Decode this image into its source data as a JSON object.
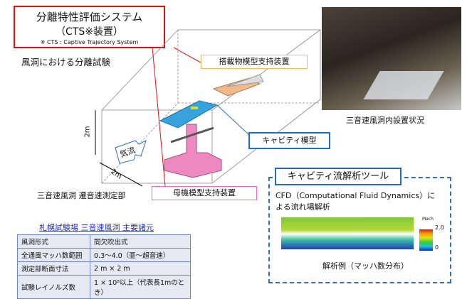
{
  "cts": {
    "title": "分離特性評価システム",
    "subtitle": "（CTS※装置）",
    "note": "※  CTS : Captive Trajectory System"
  },
  "section_label": "風洞における分離試験",
  "diagram": {
    "store_support": "搭載物模型支持装置",
    "cavity_model": "キャビティ模型",
    "parent_support": "母機模型支持装置",
    "airflow": "気流",
    "height_dim": "2m",
    "width_dim": "2m",
    "caption": "三音速風洞  遷音速測定部"
  },
  "photo": {
    "caption": "三音速風洞内設置状況"
  },
  "cfd": {
    "title": "キャビティ流解析ツール",
    "desc_line1": "CFD（Computational Fluid Dynamics）に",
    "desc_line2": "よる流れ場解析",
    "legend_title": "Mach",
    "legend_max": "2.0",
    "legend_min": "0",
    "caption": "解析例（マッハ数分布）"
  },
  "specs": {
    "title": "札幌試験場  三音速風洞  主要諸元",
    "rows": [
      [
        "風洞形式",
        "間欠吹出式"
      ],
      [
        "全通風マッハ数範囲",
        "0.3～4.0（亜～超音速）"
      ],
      [
        "測定部断面寸法",
        "2 m × 2 m"
      ],
      [
        "試験レイノルズ数",
        "1 × 10⁸以上（代表長1mのとき）"
      ]
    ]
  }
}
